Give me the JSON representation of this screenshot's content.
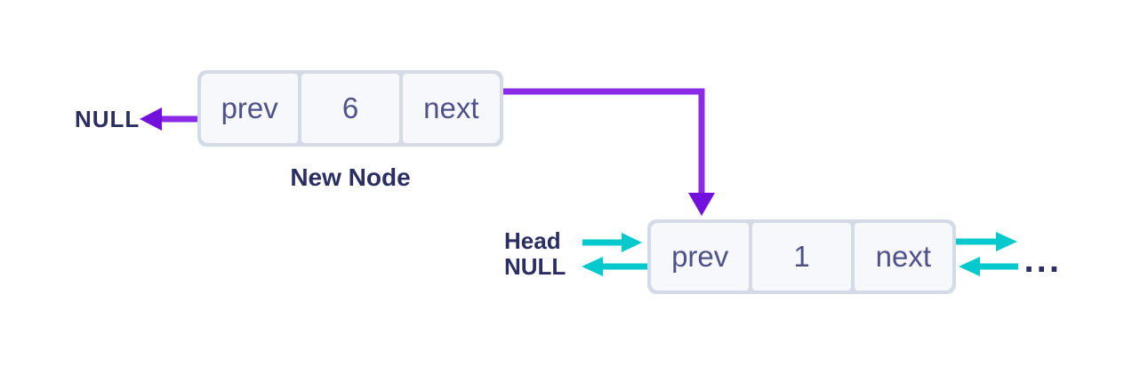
{
  "colors": {
    "background": "#ffffff",
    "purple": "#8b2be8",
    "purple_dark": "#7311dc",
    "teal": "#06c9ce",
    "node_border": "#d5dbe6",
    "cell_bg": "#f7f8fc",
    "cell_text": "#4e5289",
    "label_text": "#2b2e63"
  },
  "node1": {
    "prev": "prev",
    "value": "6",
    "next": "next",
    "caption": "New Node",
    "null_label": "NULL"
  },
  "node2": {
    "prev": "prev",
    "value": "1",
    "next": "next",
    "head_label": "Head",
    "null_label": "NULL",
    "ellipsis": "..."
  }
}
